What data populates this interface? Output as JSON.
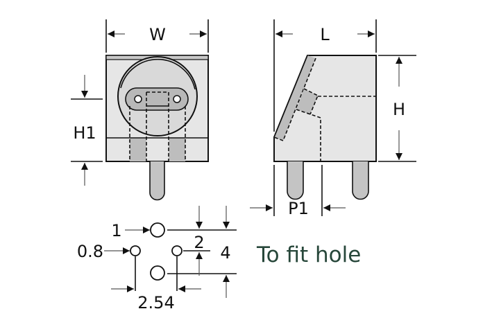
{
  "front_view": {
    "width_label": "W",
    "height_label": "H1"
  },
  "side_view": {
    "length_label": "L",
    "height_label": "H",
    "pitch_label": "P1"
  },
  "hole_pattern": {
    "large_hole_dia": "1",
    "small_hole_dia": "0.8",
    "spacing_vertical_small": "2",
    "spacing_vertical_large": "4",
    "spacing_horizontal": "2.54",
    "note": "To fit hole"
  },
  "colors": {
    "note": "#27473a",
    "body": "#e6e6e6",
    "dark": "#b8b8b8"
  }
}
